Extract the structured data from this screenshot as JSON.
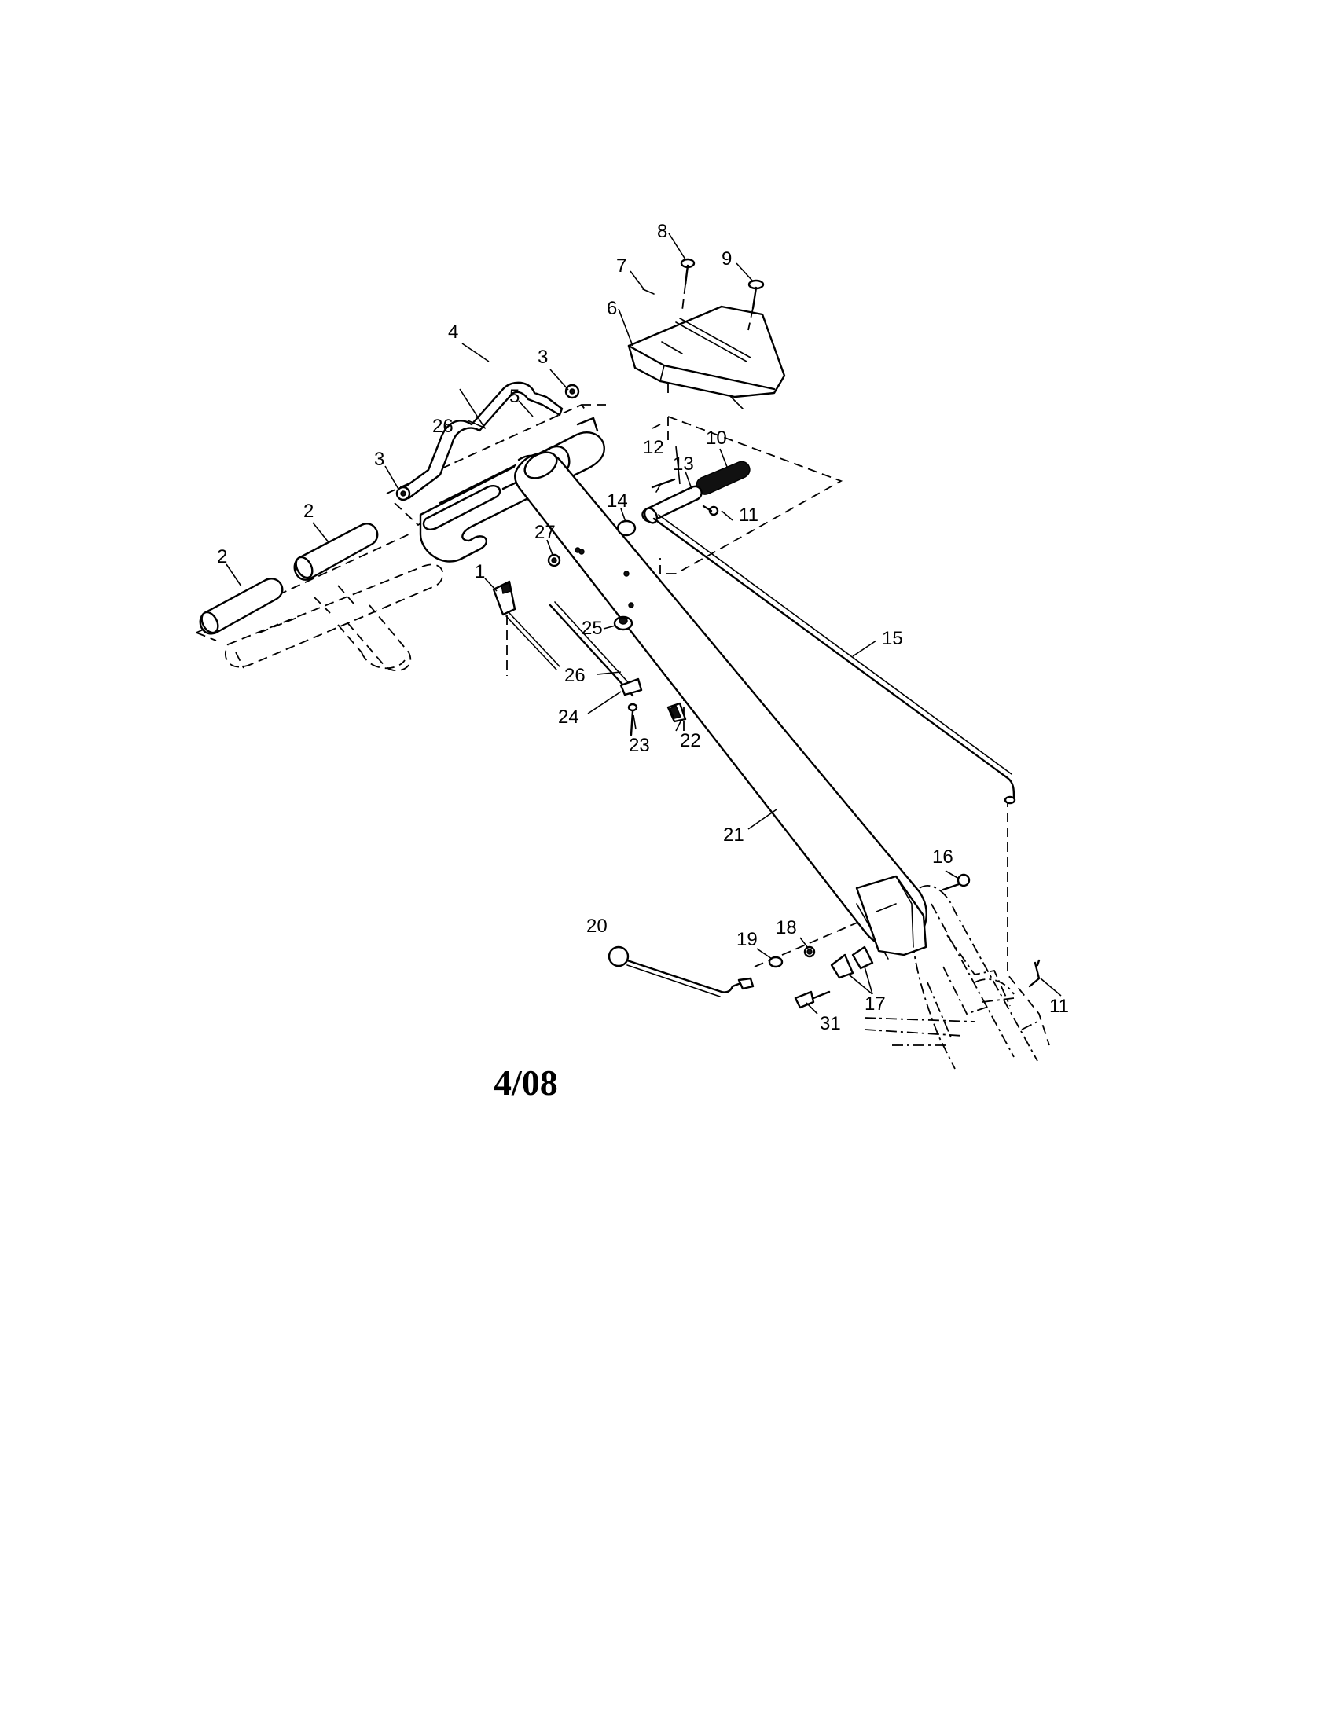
{
  "diagram": {
    "date_code": "4/08",
    "callouts": [
      {
        "id": "c1",
        "text": "1"
      },
      {
        "id": "c2a",
        "text": "2"
      },
      {
        "id": "c2b",
        "text": "2"
      },
      {
        "id": "c3a",
        "text": "3"
      },
      {
        "id": "c3b",
        "text": "3"
      },
      {
        "id": "c4",
        "text": "4"
      },
      {
        "id": "c5",
        "text": "5"
      },
      {
        "id": "c6",
        "text": "6"
      },
      {
        "id": "c7",
        "text": "7"
      },
      {
        "id": "c8",
        "text": "8"
      },
      {
        "id": "c9",
        "text": "9"
      },
      {
        "id": "c10",
        "text": "10"
      },
      {
        "id": "c11a",
        "text": "11"
      },
      {
        "id": "c11b",
        "text": "11"
      },
      {
        "id": "c12",
        "text": "12"
      },
      {
        "id": "c13",
        "text": "13"
      },
      {
        "id": "c14",
        "text": "14"
      },
      {
        "id": "c15",
        "text": "15"
      },
      {
        "id": "c16",
        "text": "16"
      },
      {
        "id": "c17",
        "text": "17"
      },
      {
        "id": "c18",
        "text": "18"
      },
      {
        "id": "c19",
        "text": "19"
      },
      {
        "id": "c20",
        "text": "20"
      },
      {
        "id": "c21",
        "text": "21"
      },
      {
        "id": "c22",
        "text": "22"
      },
      {
        "id": "c23",
        "text": "23"
      },
      {
        "id": "c24",
        "text": "24"
      },
      {
        "id": "c25",
        "text": "25"
      },
      {
        "id": "c26a",
        "text": "26"
      },
      {
        "id": "c26b",
        "text": "26"
      },
      {
        "id": "c27",
        "text": "27"
      },
      {
        "id": "c31",
        "text": "31"
      }
    ]
  }
}
